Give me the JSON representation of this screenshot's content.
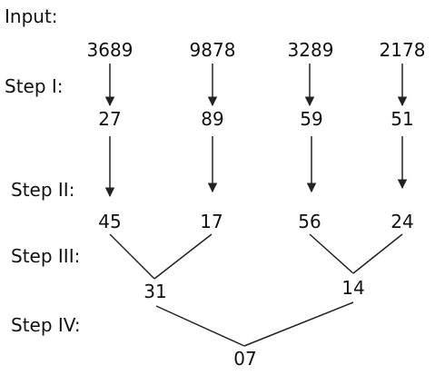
{
  "labels": {
    "input": "Input:",
    "step1": "Step I:",
    "step2": "Step II:",
    "step3": "Step III:",
    "step4": "Step IV:"
  },
  "nodes": {
    "input": [
      "3689",
      "9878",
      "3289",
      "2178"
    ],
    "step1": [
      "27",
      "89",
      "59",
      "51"
    ],
    "step2": [
      "45",
      "17",
      "56",
      "24"
    ],
    "step3": [
      "31",
      "14"
    ],
    "step4": [
      "07"
    ]
  },
  "colors": {
    "text": "#111111",
    "line": "#222222",
    "background": "#ffffff"
  }
}
